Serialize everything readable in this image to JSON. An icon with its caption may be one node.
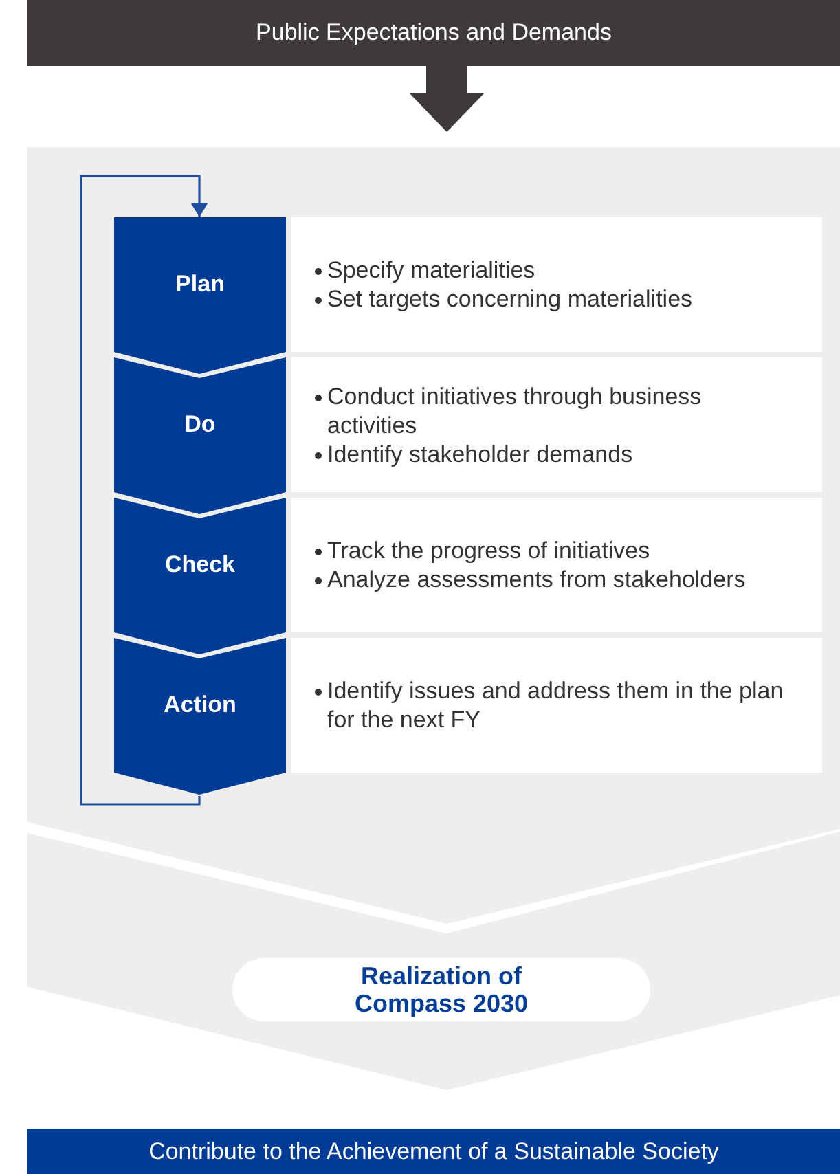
{
  "diagram": {
    "nodes": [
      {
        "text": [
          "Public Expectations and Demands"
        ]
      },
      {
        "text": [],
        "shape": "band"
      },
      {
        "text": [
          "Plan"
        ],
        "in": 1
      },
      {
        "text": [
          "Specify materialities",
          "Set targets concerning materialities"
        ],
        "in": 1
      },
      {
        "text": [
          "Do"
        ],
        "in": 1
      },
      {
        "text": [
          "Conduct initiatives through business activities",
          "Identify stakeholder demands"
        ],
        "in": 1
      },
      {
        "text": [
          "Check"
        ],
        "in": 1
      },
      {
        "text": [
          "Track the progress of initiatives",
          "Analyze assessments from stakeholders"
        ],
        "in": 1
      },
      {
        "text": [
          "Action"
        ],
        "in": 1
      },
      {
        "text": [
          "Identify issues and address them in the plan for the next FY"
        ],
        "in": 1
      },
      {
        "text": [],
        "shape": "band"
      },
      {
        "text": [
          "Realization of Compass 2030"
        ],
        "in": 10
      },
      {
        "text": [
          "Contribute to the Achievement of a Sustainable Society"
        ]
      }
    ],
    "edges": [
      {
        "from": 0,
        "to": 1,
        "arrow": "to",
        "style": "thick",
        "color": "#3e3a39"
      },
      {
        "from": 8,
        "to": 2,
        "arrow": "to",
        "color": "#1e4f9e"
      }
    ]
  }
}
